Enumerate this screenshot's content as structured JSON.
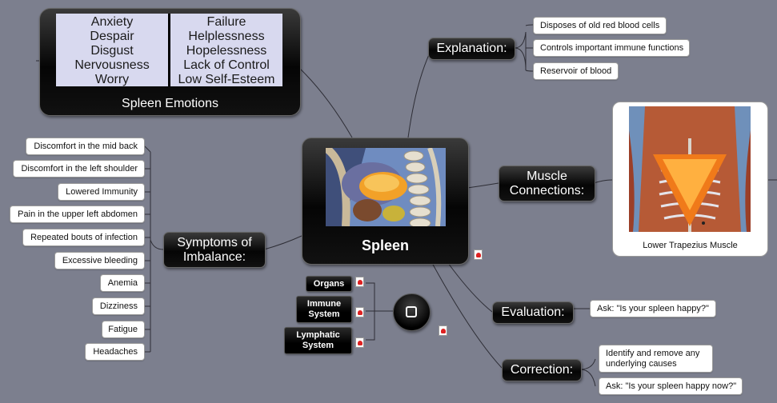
{
  "central": {
    "title": "Spleen"
  },
  "emotions": {
    "title": "Spleen Emotions",
    "left_column": [
      "Anxiety",
      "Despair",
      "Disgust",
      "Nervousness",
      "Worry"
    ],
    "right_column": [
      "Failure",
      "Helplessness",
      "Hopelessness",
      "Lack of Control",
      "Low Self-Esteem"
    ]
  },
  "explanation": {
    "label": "Explanation:",
    "items": [
      "Disposes of old red blood cells",
      "Controls important immune functions",
      "Reservoir of blood"
    ]
  },
  "muscle": {
    "label_line1": "Muscle",
    "label_line2": "Connections:",
    "image_caption": "Lower Trapezius Muscle"
  },
  "symptoms": {
    "label_line1": "Symptoms of",
    "label_line2": "Imbalance:",
    "items": [
      "Discomfort in the mid back",
      "Discomfort in the left shoulder",
      "Lowered Immunity",
      "Pain in the upper left abdomen",
      "Repeated bouts of infection",
      "Excessive bleeding",
      "Anemia",
      "Dizziness",
      "Fatigue",
      "Headaches"
    ]
  },
  "links": {
    "organs": "Organs",
    "immune_line1": "Immune",
    "immune_line2": "System",
    "lymphatic_line1": "Lymphatic",
    "lymphatic_line2": "System"
  },
  "evaluation": {
    "label": "Evaluation:",
    "note": "Ask: \"Is your spleen happy?\""
  },
  "correction": {
    "label": "Correction:",
    "note1": "Identify and remove any underlying causes",
    "note2": "Ask: \"Is your spleen happy now?\""
  },
  "icons": {
    "pdf": "pdf-attachment-icon",
    "hub": "square-outline-icon"
  },
  "colors": {
    "background": "#7c7f8e",
    "node": "#000000",
    "note": "#ffffff",
    "emotion_cells": "#d8d9ef"
  }
}
